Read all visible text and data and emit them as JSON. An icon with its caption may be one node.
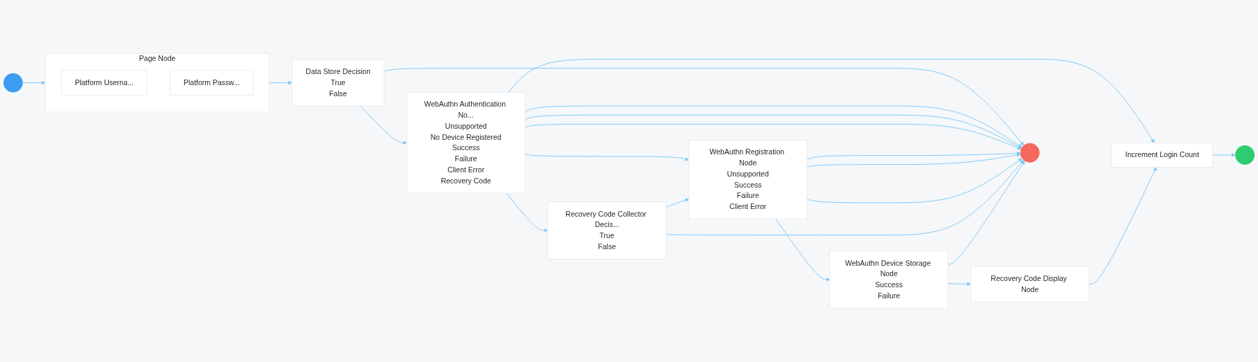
{
  "diagram": {
    "nodes": [
      {
        "text": [],
        "shape": "circle"
      },
      {
        "text": [
          "Page Node"
        ]
      },
      {
        "text": [
          "Platform Userna..."
        ],
        "in": 1
      },
      {
        "text": [
          "Platform Passw..."
        ],
        "in": 1
      },
      {
        "text": [
          "Data Store Decision",
          "True",
          "False"
        ]
      },
      {
        "text": [
          "WebAuthn Authentication No...",
          "Unsupported",
          "No Device Registered",
          "Success",
          "Failure",
          "Client Error",
          "Recovery Code"
        ]
      },
      {
        "text": [
          "WebAuthn Registration Node",
          "Unsupported",
          "Success",
          "Failure",
          "Client Error"
        ]
      },
      {
        "text": [
          "Recovery Code Collector Decis...",
          "True",
          "False"
        ]
      },
      {
        "text": [
          "WebAuthn Device Storage Node",
          "Success",
          "Failure"
        ]
      },
      {
        "text": [
          "Recovery Code Display Node"
        ]
      },
      {
        "text": [
          "Increment Login Count"
        ]
      },
      {
        "text": [],
        "shape": "circle"
      },
      {
        "text": [],
        "shape": "circle"
      }
    ],
    "edges": [
      {
        "from": 0,
        "to": 1,
        "arrow": "to"
      },
      {
        "from": 1,
        "to": 4,
        "arrow": "to"
      },
      {
        "from": 4,
        "to": 5,
        "arrow": "to"
      },
      {
        "from": 4,
        "to": 12,
        "arrow": "to"
      },
      {
        "from": 5,
        "to": 12,
        "arrow": "to"
      },
      {
        "from": 5,
        "to": 6,
        "arrow": "to"
      },
      {
        "from": 5,
        "to": 10,
        "arrow": "to"
      },
      {
        "from": 5,
        "to": 12,
        "arrow": "to"
      },
      {
        "from": 5,
        "to": 12,
        "arrow": "to"
      },
      {
        "from": 5,
        "to": 7,
        "arrow": "to"
      },
      {
        "from": 6,
        "to": 12,
        "arrow": "to"
      },
      {
        "from": 6,
        "to": 8,
        "arrow": "to"
      },
      {
        "from": 6,
        "to": 12,
        "arrow": "to"
      },
      {
        "from": 6,
        "to": 12,
        "arrow": "to"
      },
      {
        "from": 7,
        "to": 6,
        "arrow": "to"
      },
      {
        "from": 7,
        "to": 12,
        "arrow": "to"
      },
      {
        "from": 8,
        "to": 9,
        "arrow": "to"
      },
      {
        "from": 8,
        "to": 12,
        "arrow": "to"
      },
      {
        "from": 9,
        "to": 10,
        "arrow": "to"
      },
      {
        "from": 10,
        "to": 11,
        "arrow": "to"
      }
    ]
  }
}
